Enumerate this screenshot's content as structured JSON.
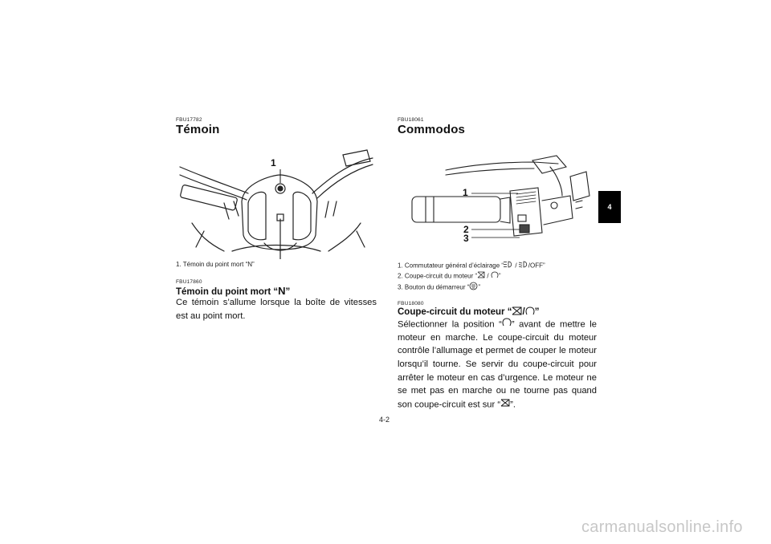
{
  "left": {
    "code1": "FBU17782",
    "title": "Témoin",
    "figure_label": "1",
    "caption": "1. Témoin du point mort “N”",
    "code2": "FBU17860",
    "subhead_prefix": "Témoin du point mort “",
    "subhead_symbol": "N",
    "subhead_suffix": "”",
    "body": "Ce témoin s’allume lorsque la boîte de vitesses est au point mort."
  },
  "right": {
    "code1": "FBU18061",
    "title": "Commodos",
    "figure_labels": [
      "1",
      "2",
      "3"
    ],
    "captions": [
      {
        "num": "1.",
        "pre": "Commutateur général d’éclairage “",
        "sep": "/",
        "post": "/OFF”"
      },
      {
        "num": "2.",
        "pre": "Coupe-circuit du moteur “",
        "sep": "/",
        "post": "”"
      },
      {
        "num": "3.",
        "pre": "Bouton du démarreur “",
        "post": "”"
      }
    ],
    "code2": "FBU18080",
    "subhead_prefix": "Coupe-circuit du moteur “",
    "subhead_sep": "/",
    "subhead_suffix": "”",
    "body_lines": [
      "Sélectionner la position “",
      "” avant de mettre le moteur en marche. Le coupe-circuit du moteur contrôle l’allumage et permet de couper le moteur lorsqu’il tourne. Se servir du coupe-circuit pour arrêter le moteur en cas d’urgence. Le moteur ne se met pas en marche ou ne tourne pas quand son coupe-circuit est sur “",
      "”."
    ]
  },
  "tab": "4",
  "page_number": "4-2",
  "watermark": "carmanualsonline.info",
  "icons": [
    "headlight-icon",
    "engine-stop-icon",
    "engine-run-icon",
    "starter-icon"
  ]
}
